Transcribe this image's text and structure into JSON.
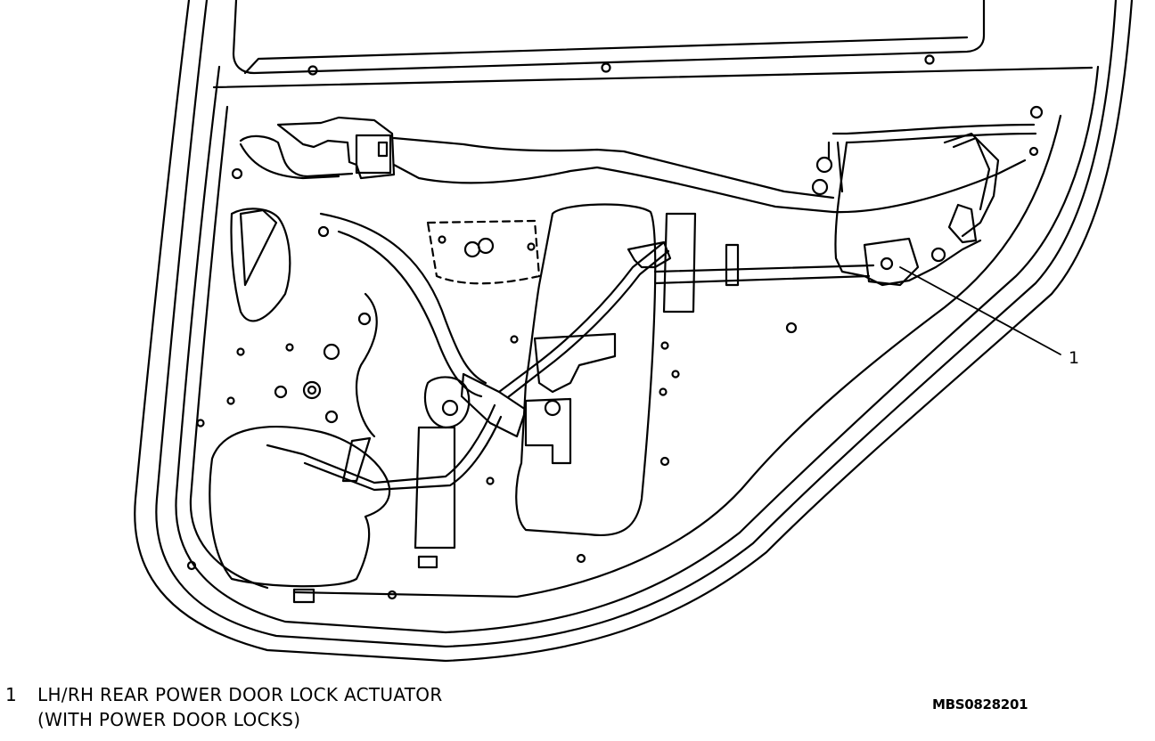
{
  "callouts": [
    {
      "number": "1"
    }
  ],
  "legend": [
    {
      "number": "1",
      "line1": "LH/RH REAR POWER DOOR LOCK ACTUATOR",
      "line2": "(WITH POWER DOOR LOCKS)"
    }
  ],
  "figure_id": "MBS0828201",
  "colors": {
    "line": "#000000",
    "background": "#ffffff"
  }
}
